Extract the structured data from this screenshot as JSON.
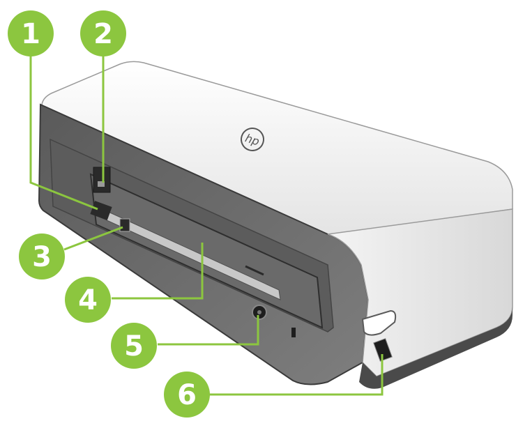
{
  "colors": {
    "callout": "#8cc63f",
    "callout_line": "#8cc63f",
    "printer_top": "#f2f2f2",
    "printer_side": "#6e6e6e",
    "printer_dark": "#3c3c3c",
    "background": "#ffffff"
  },
  "logo_icon": "hp-logo-icon",
  "callouts": [
    {
      "label": "1"
    },
    {
      "label": "2"
    },
    {
      "label": "3"
    },
    {
      "label": "4"
    },
    {
      "label": "5"
    },
    {
      "label": "6"
    }
  ]
}
